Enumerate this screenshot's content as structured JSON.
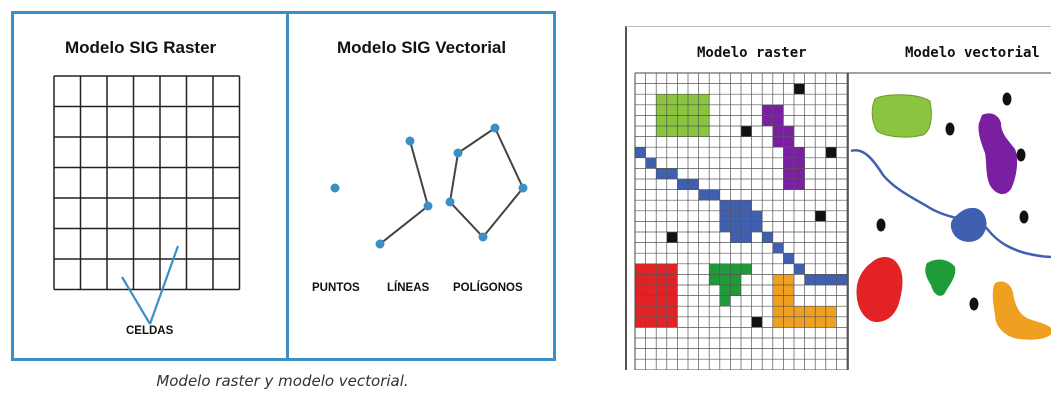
{
  "left_figure": {
    "raster_title": "Modelo SIG Raster",
    "vector_title": "Modelo SIG Vectorial",
    "cells_label": "CELDAS",
    "points_label": "PUNTOS",
    "lines_label": "LÍNEAS",
    "polygons_label": "POLÍGONOS",
    "accent_color": "#3b8fc4",
    "grid_rows": 7,
    "grid_cols": 7
  },
  "caption": "Modelo raster y modelo vectorial.",
  "right_figure": {
    "raster_title": "Modelo raster",
    "vector_title": "Modelo vectorial",
    "colors": {
      "green_light": "#8bc53f",
      "purple": "#7b1fa2",
      "blue": "#3f5fb0",
      "red": "#e32226",
      "green_dark": "#1e9c3a",
      "orange": "#f0a020",
      "black": "#111111"
    }
  }
}
